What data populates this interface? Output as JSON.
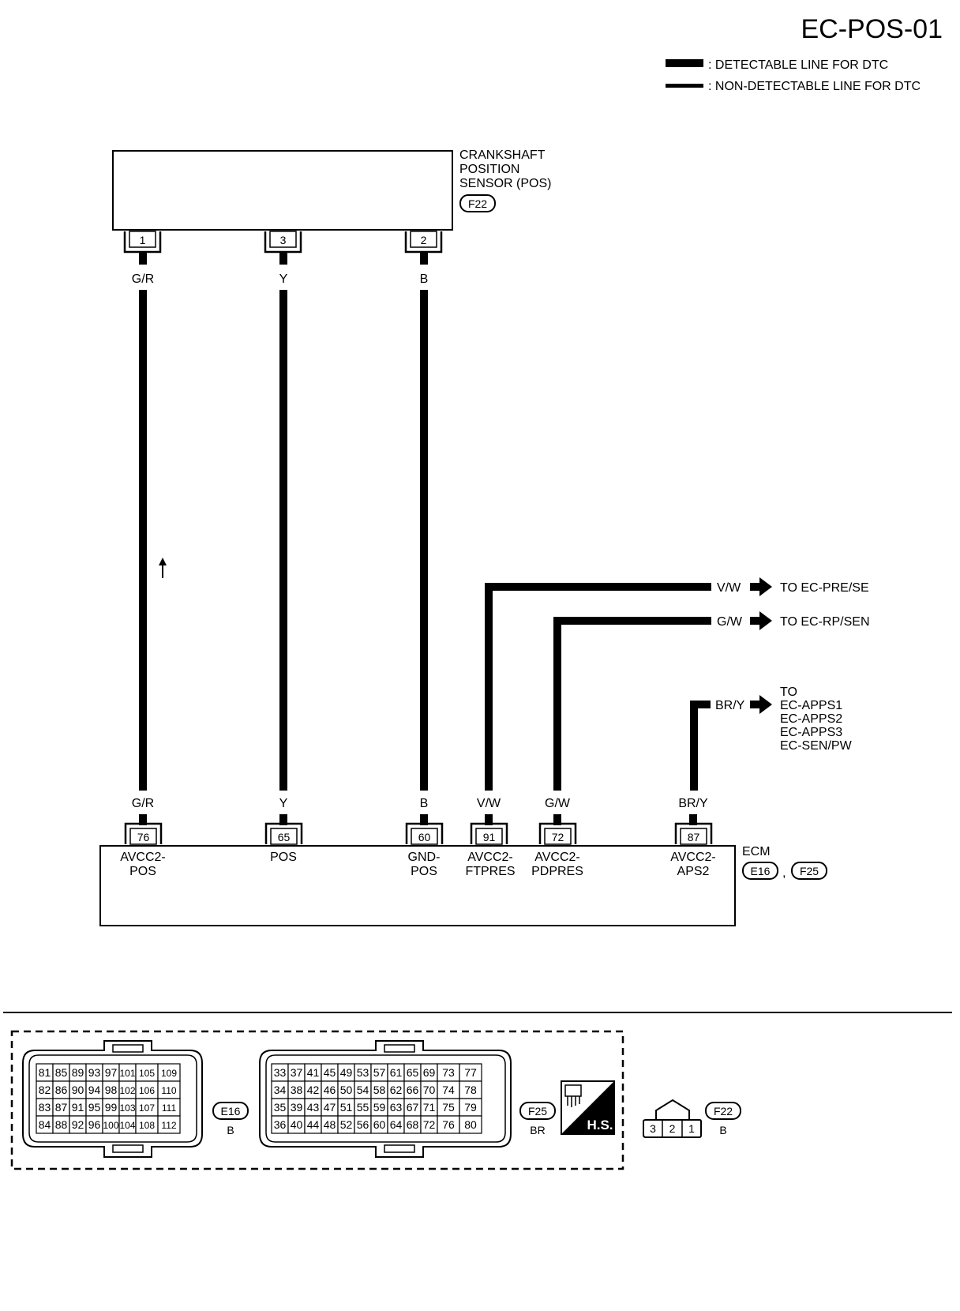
{
  "page_id": "EC-POS-01",
  "legend": {
    "detectable": ": DETECTABLE LINE FOR DTC",
    "non_detectable": ": NON-DETECTABLE LINE FOR DTC"
  },
  "sensor": {
    "name_l1": "CRANKSHAFT",
    "name_l2": "POSITION",
    "name_l3": "SENSOR (POS)",
    "connector": "F22",
    "pins": [
      "1",
      "3",
      "2"
    ],
    "wire_colors": [
      "G/R",
      "Y",
      "B"
    ]
  },
  "ecm": {
    "name": "ECM",
    "connectors": [
      "E16",
      "F25"
    ],
    "separator": ",",
    "pins": [
      "76",
      "65",
      "60",
      "91",
      "72",
      "87"
    ],
    "wire_colors": [
      "G/R",
      "Y",
      "B",
      "V/W",
      "G/W",
      "BR/Y"
    ],
    "terminals": [
      {
        "l1": "AVCC2-",
        "l2": "POS"
      },
      {
        "l1": "POS",
        "l2": ""
      },
      {
        "l1": "GND-",
        "l2": "POS"
      },
      {
        "l1": "AVCC2-",
        "l2": "FTPRES"
      },
      {
        "l1": "AVCC2-",
        "l2": "PDPRES"
      },
      {
        "l1": "AVCC2-",
        "l2": "APS2"
      }
    ]
  },
  "branches": [
    {
      "color": "V/W",
      "to": "TO EC-PRE/SE"
    },
    {
      "color": "G/W",
      "to": "TO EC-RP/SEN"
    },
    {
      "color": "BR/Y",
      "to_lines": [
        "TO",
        "EC-APPS1",
        "EC-APPS2",
        "EC-APPS3",
        "EC-SEN/PW"
      ]
    }
  ],
  "connector_views": {
    "e16": {
      "id": "E16",
      "color": "B",
      "rows": [
        [
          "81",
          "85",
          "89",
          "93",
          "97",
          "101",
          "105",
          "109"
        ],
        [
          "82",
          "86",
          "90",
          "94",
          "98",
          "102",
          "106",
          "110"
        ],
        [
          "83",
          "87",
          "91",
          "95",
          "99",
          "103",
          "107",
          "111"
        ],
        [
          "84",
          "88",
          "92",
          "96",
          "100",
          "104",
          "108",
          "112"
        ]
      ]
    },
    "f25": {
      "id": "F25",
      "color": "BR",
      "rows": [
        [
          "33",
          "37",
          "41",
          "45",
          "49",
          "53",
          "57",
          "61",
          "65",
          "69",
          "73",
          "77"
        ],
        [
          "34",
          "38",
          "42",
          "46",
          "50",
          "54",
          "58",
          "62",
          "66",
          "70",
          "74",
          "78"
        ],
        [
          "35",
          "39",
          "43",
          "47",
          "51",
          "55",
          "59",
          "63",
          "67",
          "71",
          "75",
          "79"
        ],
        [
          "36",
          "40",
          "44",
          "48",
          "52",
          "56",
          "60",
          "64",
          "68",
          "72",
          "76",
          "80"
        ]
      ]
    },
    "hs": "H.S.",
    "f22": {
      "id": "F22",
      "color": "B",
      "pins": [
        "3",
        "2",
        "1"
      ]
    }
  }
}
